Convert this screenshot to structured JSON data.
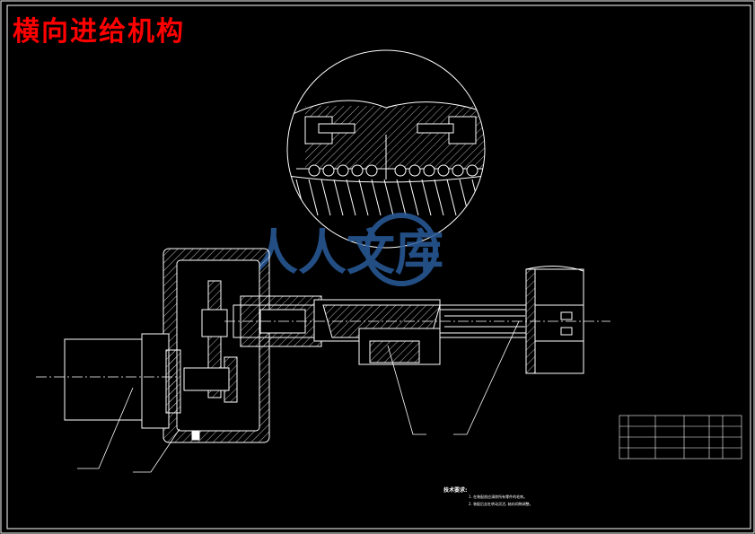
{
  "title": "横向进给机构",
  "watermark": {
    "text": "人人文库",
    "color": "#2a5c9c"
  },
  "notes": {
    "heading": "技术要求:",
    "items": [
      "1. 在装配前应清除所有零件的毛刺。",
      "2. 装配后丝杠转动灵活, 轴向间隙调整。"
    ]
  },
  "colors": {
    "background": "#000000",
    "lines": "#ffffff",
    "title": "#ff0000"
  }
}
